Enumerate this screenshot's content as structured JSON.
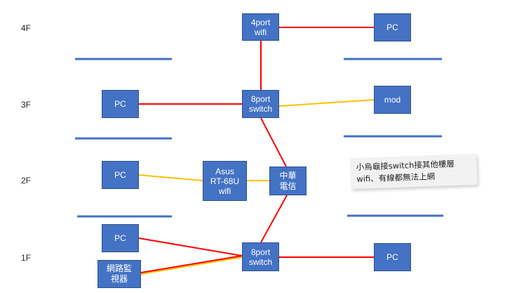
{
  "floors": [
    "4F",
    "3F",
    "2F",
    "1F"
  ],
  "nodes": {
    "wifi_4port": "4port\nwifi",
    "pc_4f": "PC",
    "pc_3f": "PC",
    "switch_3f": "8port\nswitch",
    "mod_3f": "mod",
    "pc_2f": "PC",
    "asus_router": "Asus\nRT-68U\nwifi",
    "cht_modem": "中華\n電信",
    "pc_1f_left": "PC",
    "nvr_1f": "網路監\n視器",
    "switch_1f": "8port\nswitch",
    "pc_1f_right": "PC"
  },
  "note": {
    "line1": "小烏龜接switch接其他樓層",
    "line2": "wifi、有線都無法上網"
  },
  "colors": {
    "box": "#4472C4",
    "box_border": "#2F528F",
    "floor_line": "#4472C4",
    "link_wired": "#FF0000",
    "link_secondary": "#FFC000"
  }
}
